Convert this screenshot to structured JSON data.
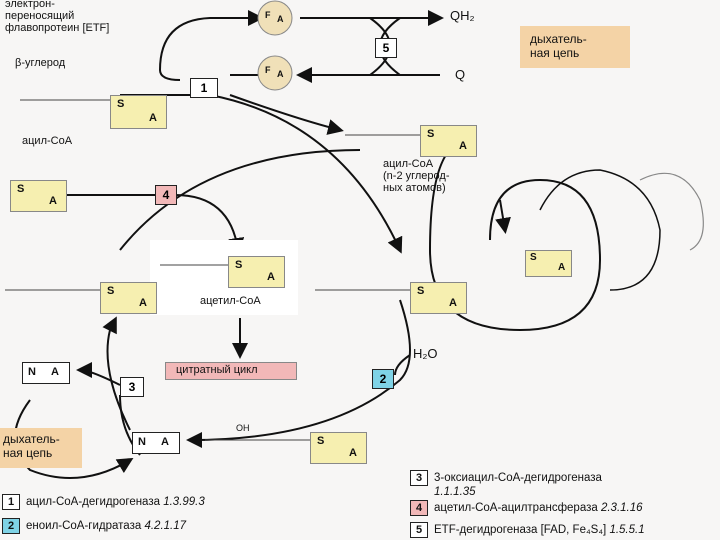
{
  "labels": {
    "etf": "электрон-\nпереносящий\nфлавопротеин [ETF]",
    "beta_carbon": "β-углерод",
    "acyl_coa": "ацил-СоА",
    "acyl_coa_n2": "ацил-СоА\n(n-2 углерод-\nных атомов)",
    "acetyl_coa": "ацетил-СоА",
    "citrate_cycle": "цитратный цикл",
    "resp_chain_top": "дыхатель-\nная цепь",
    "resp_chain_left": "дыхатель-\nная цепь",
    "qh2": "QH₂",
    "q": "Q",
    "h2o": "H₂O",
    "s": "S",
    "a": "A",
    "fad_f": "F",
    "fad_a": "A",
    "nad_n": "N",
    "nad_a": "A",
    "oh": "OH"
  },
  "step_boxes": {
    "s1": "1",
    "s2": "2",
    "s3": "3",
    "s4": "4",
    "s5": "5"
  },
  "legend": [
    {
      "num": "1",
      "name": "ацил-СоА-дегидрогеназа",
      "ec": "1.3.99.3",
      "color": "#ffffff"
    },
    {
      "num": "2",
      "name": "еноил-СоА-гидратаза",
      "ec": "4.2.1.17",
      "color": "#7fd3e6"
    },
    {
      "num": "3",
      "name": "3-оксиацил-СоА-дегидрогеназа",
      "ec": "1.1.1.35",
      "color": "#ffffff"
    },
    {
      "num": "4",
      "name": "ацетил-СоА-ацилтрансфераза",
      "ec": "2.3.1.16",
      "color": "#f2b8b8"
    },
    {
      "num": "5",
      "name": "ETF-дегидрогеназа [FAD, Fe₄S₄]",
      "ec": "1.5.5.1",
      "color": "#ffffff"
    }
  ],
  "colors": {
    "coa_yellow": "#f6efb0",
    "enzyme2_cyan": "#7fd3e6",
    "enzyme4_pink": "#f2b8b8",
    "resp_chain_bg": "#f4d3a6",
    "fad_circle": "#f0e0b8"
  }
}
